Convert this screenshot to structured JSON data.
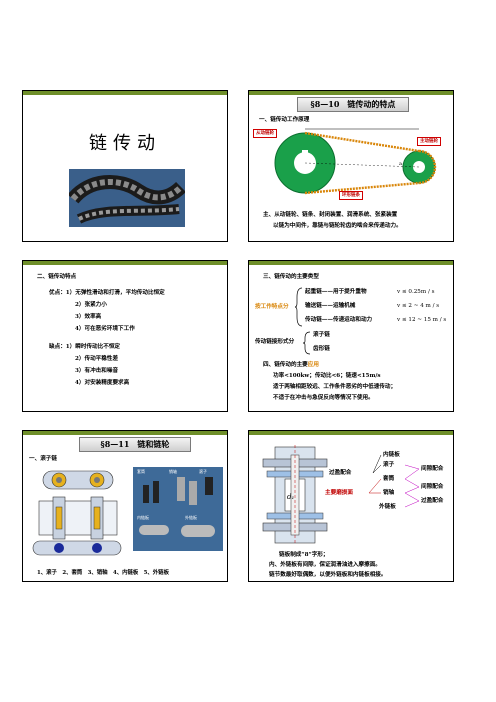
{
  "slide1": {
    "title": "链传动"
  },
  "slide2": {
    "title": "§8—10　链传动的特点",
    "section": "一、链传动工作原理",
    "label_driven": "从动链轮",
    "label_driver": "主动链轮",
    "label_chain": "环形链条",
    "dim_label": "a",
    "line1": "主、从动链轮、链条、封闭装置、润滑系统、张紧装置",
    "line2": "以链为中间件，靠链与链轮轮齿的啮合来传递动力。"
  },
  "slide3": {
    "section": "二、链传动特点",
    "adv": [
      "优点：1）无弹性滑动和打滑，平均传动比恒定",
      "2）张紧力小",
      "3）效率高",
      "4）可在恶劣环境下工作"
    ],
    "dis": [
      "缺点：1）瞬时传动比不恒定",
      "2）传动平稳性差",
      "3）有冲击和噪音",
      "4）对安装精度要求高"
    ]
  },
  "slide4": {
    "section": "三、链传动的主要类型",
    "group1": "按工作特点分",
    "types": [
      {
        "name": "起重链——用于提升重物",
        "speed": "v ≤ 0.25m / s"
      },
      {
        "name": "输送链——运输机械",
        "speed": "v ≤ 2 ~ 4 m / s"
      },
      {
        "name": "传动链——传递运动和动力",
        "speed": "v ≤ 12 ~ 15 m / s"
      }
    ],
    "group2": "传动链接形式分",
    "forms": [
      "滚子链",
      "齿形链"
    ],
    "section2_prefix": "四、链传动的主要",
    "section2_highlight": "应用",
    "app_line1": "功率<100kw；传动比<6；链速<15m/s",
    "app_line2": "适于两轴相距较远、工作条件恶劣的中低速传动；",
    "app_line3": "不适于在冲击与急促反向等情况下使用。"
  },
  "slide5": {
    "title": "§8—11　链和链轮",
    "section": "一、滚子链",
    "photo_labels": [
      "套筒",
      "销轴",
      "滚子",
      "内链板",
      "外链板"
    ],
    "caption": "1、滚子　2、套筒　3、销轴　4、内链板　5、外链板"
  },
  "slide6": {
    "d_label": "d₁",
    "parts": [
      "内链板",
      "滚子",
      "套筒",
      "销轴",
      "外链板"
    ],
    "fits": [
      "过盈配合",
      "间隙配合",
      "间隙配合",
      "过盈配合"
    ],
    "wear": "主要磨损面",
    "note1": "链板制成“8”字形；",
    "note2": "内、外链板有间隙，保证润滑油进入摩擦面。",
    "note3": "链节数最好取偶数，以便外链板和内链板相接。"
  },
  "colors": {
    "accent": "#6f8f2a",
    "sprocket": "#1aa04a",
    "highlight": "#d9860a",
    "red": "#c00000"
  }
}
